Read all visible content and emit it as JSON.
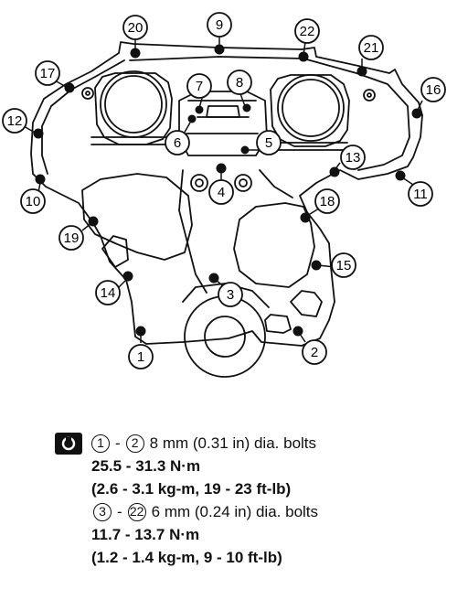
{
  "diagram": {
    "callouts": [
      "1",
      "2",
      "3",
      "4",
      "5",
      "6",
      "7",
      "8",
      "9",
      "10",
      "11",
      "12",
      "13",
      "14",
      "15",
      "16",
      "17",
      "18",
      "19",
      "20",
      "21",
      "22"
    ]
  },
  "spec": {
    "group1": {
      "from": "1",
      "to": "2",
      "text": "8 mm (0.31 in) dia. bolts",
      "torque": "25.5 - 31.3 N·m",
      "alt": "(2.6 - 3.1 kg-m, 19 - 23 ft-lb)"
    },
    "group2": {
      "from": "3",
      "to": "22",
      "text": "6 mm (0.24 in) dia. bolts",
      "torque": "11.7 - 13.7 N·m",
      "alt": "(1.2 - 1.4 kg-m, 9 - 10 ft-lb)"
    },
    "dash": "-"
  }
}
